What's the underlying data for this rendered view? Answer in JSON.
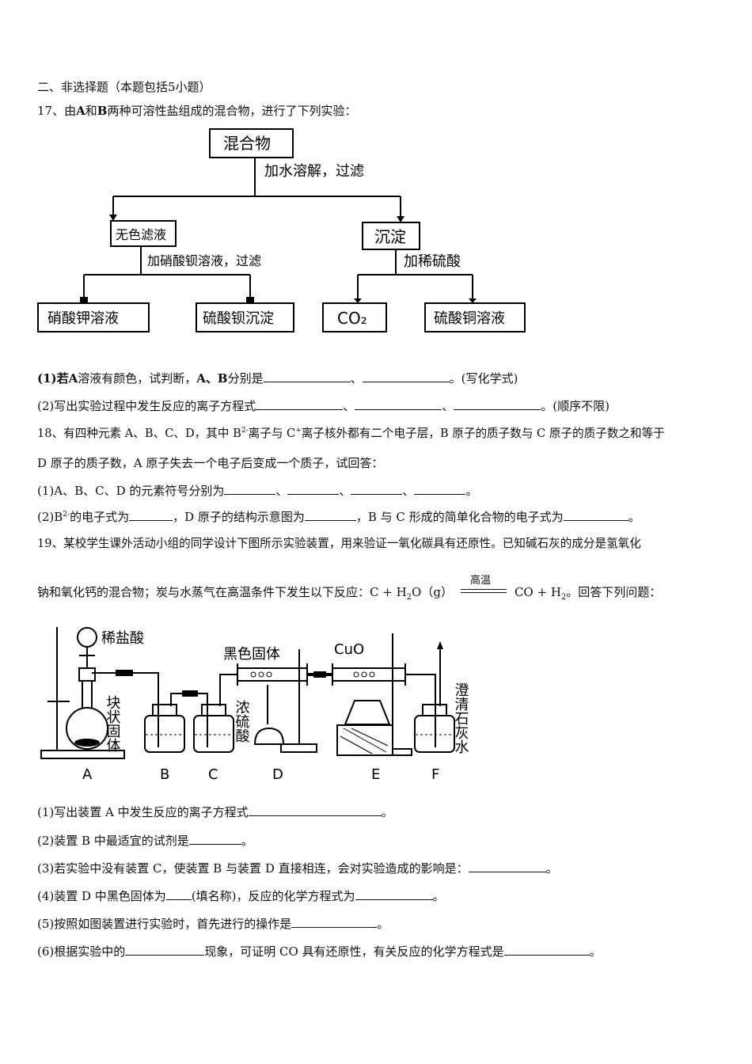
{
  "section_header": "二、非选择题（本题包括5小题）",
  "q17": {
    "intro_num": "17、由",
    "A": "A",
    "and": "和",
    "B": "B",
    "intro_rest": "两种可溶性盐组成的混合物，进行了下列实验：",
    "flowchart": {
      "mixture": "混合物",
      "step1": "加水溶解，过滤",
      "filtrate": "无色滤液",
      "precipitate": "沉淀",
      "step2": "加硝酸钡溶液，过滤",
      "step3": "加稀硫酸",
      "kno3": "硝酸钾溶液",
      "baso4": "硫酸钡沉淀",
      "co2": "CO₂",
      "cuso4": "硫酸铜溶液"
    },
    "p1_pre": "(1)若",
    "p1_A": "A",
    "p1_mid": "溶液有颜色，试判断，",
    "p1_AB": "A、B",
    "p1_mid2": "分别是",
    "p1_sep": "、",
    "p1_end": "。(写化学式)",
    "p2_pre": "(2)写出实验过程中发生反应的离子方程式",
    "p2_sep": "、",
    "p2_end": "。(顺序不限)"
  },
  "q18": {
    "l1_a": "18、有四种元素 A、B、C、D，其中 B",
    "l1_sup1": "2-",
    "l1_b": "离子与 C",
    "l1_sup2": "+",
    "l1_c": "离子核外都有二个电子层，B 原子的质子数与 C 原子的质子数之和等于",
    "l2": "D 原子的质子数，A 原子失去一个电子后变成一个质子，试回答：",
    "p1_pre": "(1)A、B、C、D 的元素符号分别为",
    "p1_sep": "、",
    "p1_end": "。",
    "p2_a": "(2)B",
    "p2_sup": "2-",
    "p2_b": "的电子式为",
    "p2_c": "，D 原子的结构示意图为",
    "p2_d": "，B 与 C 形成的简单化合物的电子式为",
    "p2_end": "。"
  },
  "q19": {
    "l1": "19、某校学生课外活动小组的同学设计下图所示实验装置，用来验证一氧化碳具有还原性。已知碱石灰的成分是氢氧化",
    "l2_a": "钠和氧化钙的混合物；炭与水蒸气在高温条件下发生以下反应：C + H",
    "l2_sub1": "2",
    "l2_b": "O（g）",
    "l2_cond": "高温",
    "l2_c": "CO + H",
    "l2_sub2": "2",
    "l2_d": "。回答下列问题：",
    "apparatus": {
      "acid": "稀盐酸",
      "solid": "块状固体",
      "black_solid": "黑色固体",
      "conc_acid": "浓硫酸",
      "cuo": "CuO",
      "limewater": "澄清石灰水",
      "labels": [
        "A",
        "B",
        "C",
        "D",
        "E",
        "F"
      ]
    },
    "p1_pre": "(1)写出装置 A 中发生反应的离子方程式",
    "p1_end": "。",
    "p2_pre": "(2)装置 B 中最适宜的试剂是",
    "p2_end": "。",
    "p3_pre": "(3)若实验中没有装置 C，使装置 B 与装置 D 直接相连，会对实验造成的影响是：",
    "p3_end": "。",
    "p4_pre": "(4)装置 D 中黑色固体为",
    "p4_mid": "(填名称)，反应的化学方程式为",
    "p4_end": "。",
    "p5_pre": "(5)按照如图装置进行实验时，首先进行的操作是",
    "p5_end": "。",
    "p6_pre": "(6)根据实验中的",
    "p6_mid": "现象，可证明 CO 具有还原性，有关反应的化学方程式是",
    "p6_end": "。"
  }
}
